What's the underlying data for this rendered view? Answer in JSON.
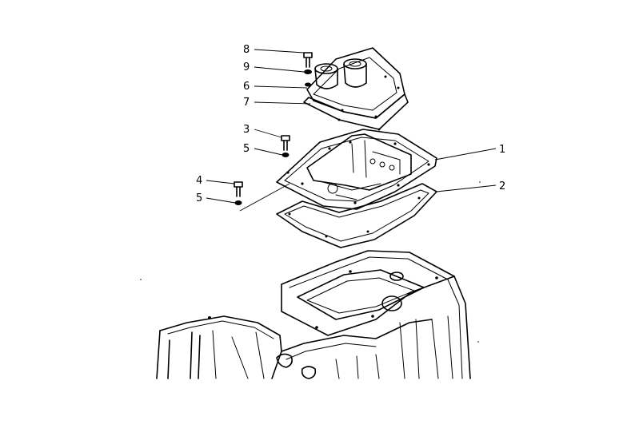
{
  "callouts": {
    "c1": "1",
    "c2": "2",
    "c3": "3",
    "c4": "4",
    "c5a": "5",
    "c5b": "5",
    "c6": "6",
    "c7": "7",
    "c8": "8",
    "c9": "9"
  }
}
